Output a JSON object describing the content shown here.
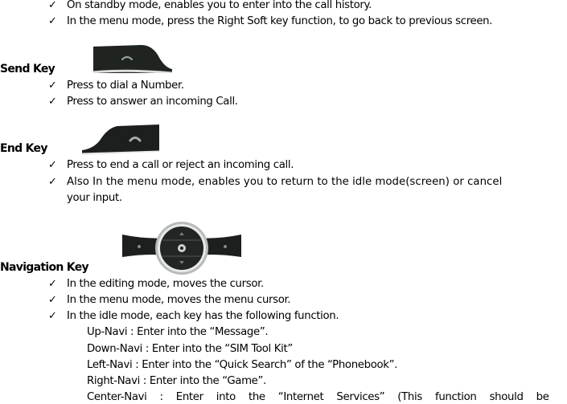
{
  "intro_bullets": [
    "On standby mode, enables you to enter into the call history.",
    "In the menu mode, press the Right Soft key function, to go back to previous screen."
  ],
  "check_glyph": "✓",
  "send_key": {
    "heading": "Send Key",
    "image": "send-key-image",
    "bullets": [
      "Press to dial a Number.",
      "Press to answer an incoming Call."
    ]
  },
  "end_key": {
    "heading": "End Key",
    "image": "end-key-image",
    "bullets": [
      "Press to end a call or reject an incoming call.",
      "Also In the menu mode, enables you to return to the idle mode(screen) or cancel",
      "your input."
    ]
  },
  "navigation_key": {
    "heading": "Navigation Key",
    "image": "navigation-key-image",
    "bullets": [
      "In the editing mode, moves the cursor.",
      "In the menu mode, moves the menu cursor.",
      "In the idle mode, each key has the following function."
    ],
    "functions": [
      "Up-Navi : Enter into the “Message”.",
      "Down-Navi : Enter into the “SIM Tool Kit”",
      "Left-Navi : Enter into the “Quick Search” of the “Phonebook”.",
      "Right-Navi : Enter into the “Game”.",
      "Center-Navi : Enter into the “Internet Services” (This function should be"
    ]
  }
}
